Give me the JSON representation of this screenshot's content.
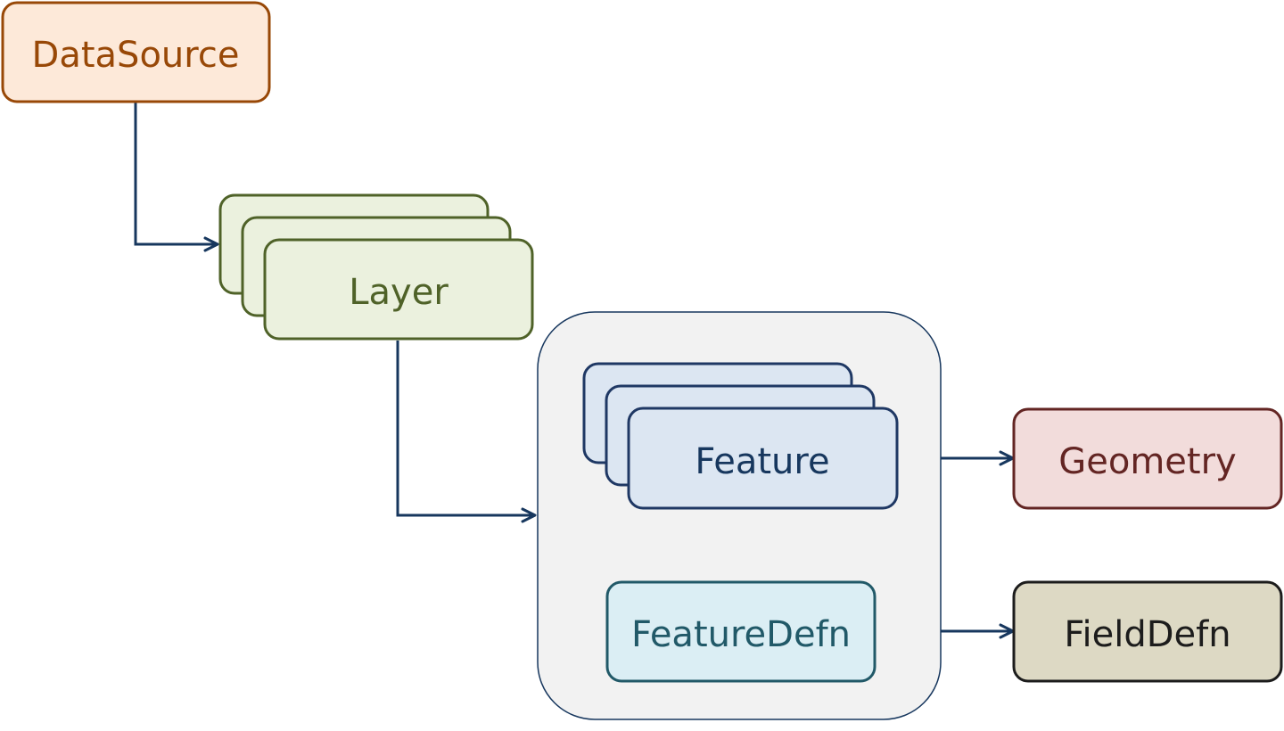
{
  "nodes": {
    "datasource": {
      "label": "DataSource"
    },
    "layer": {
      "label": "Layer"
    },
    "feature": {
      "label": "Feature"
    },
    "featuredefn": {
      "label": "FeatureDefn"
    },
    "geometry": {
      "label": "Geometry"
    },
    "fielddefn": {
      "label": "FieldDefn"
    }
  },
  "colors": {
    "datasource_fill": "#fde9d9",
    "datasource_stroke": "#984807",
    "datasource_text": "#984807",
    "layer_fill": "#ebf1de",
    "layer_stroke": "#4f6228",
    "layer_text": "#4f6228",
    "feature_fill": "#dce6f2",
    "feature_stroke": "#1f3864",
    "feature_text": "#17375e",
    "featuredefn_fill": "#dbeef4",
    "featuredefn_stroke": "#215968",
    "featuredefn_text": "#215968",
    "geometry_fill": "#f2dcdb",
    "geometry_stroke": "#632523",
    "geometry_text": "#632523",
    "fielddefn_fill": "#ddd9c4",
    "fielddefn_stroke": "#1c1c1c",
    "fielddefn_text": "#1c1c1c",
    "group_fill": "#f2f2f2",
    "group_stroke": "#17375e",
    "arrow": "#17375e"
  }
}
